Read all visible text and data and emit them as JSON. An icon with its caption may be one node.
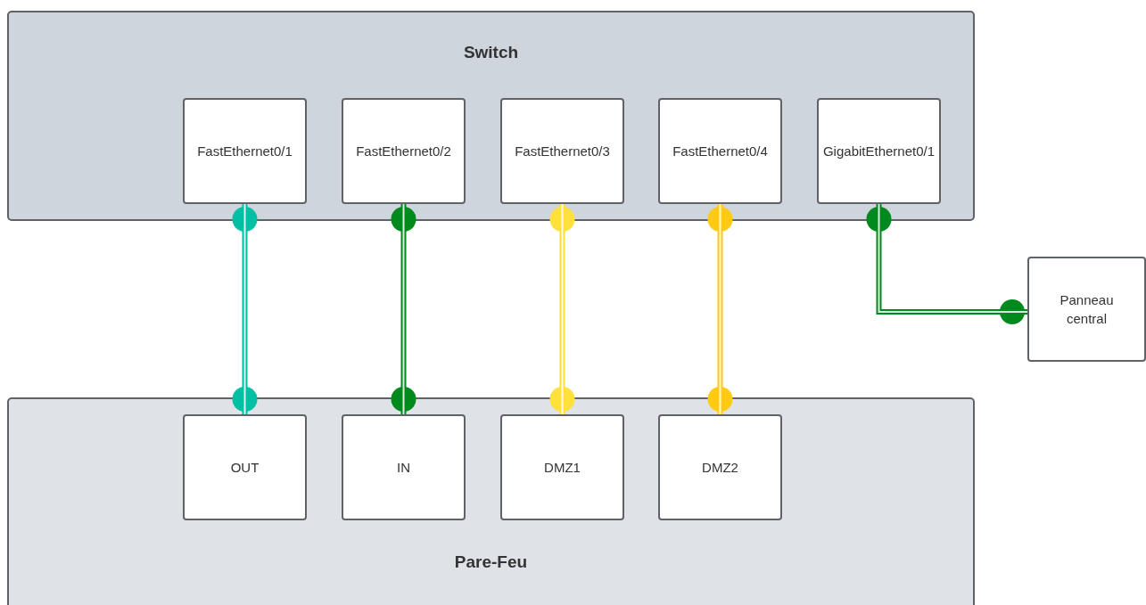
{
  "diagram": {
    "nodes": [
      {
        "text": [
          "Switch"
        ]
      },
      {
        "text": [
          "FastEthernet0/1"
        ],
        "in": 0
      },
      {
        "text": [
          "FastEthernet0/2"
        ],
        "in": 0
      },
      {
        "text": [
          "FastEthernet0/3"
        ],
        "in": 0
      },
      {
        "text": [
          "FastEthernet0/4"
        ],
        "in": 0
      },
      {
        "text": [
          "GigabitEthernet0/1"
        ],
        "in": 0
      },
      {
        "text": [
          "Pare-Feu"
        ]
      },
      {
        "text": [
          "OUT"
        ],
        "in": 6
      },
      {
        "text": [
          "IN"
        ],
        "in": 6
      },
      {
        "text": [
          "DMZ1"
        ],
        "in": 6
      },
      {
        "text": [
          "DMZ2"
        ],
        "in": 6
      },
      {
        "text": [
          "Panneau central"
        ]
      }
    ],
    "edges": [
      {
        "from": 1,
        "to": 7,
        "arrow": "other",
        "color": "#00bfa5"
      },
      {
        "from": 2,
        "to": 8,
        "arrow": "other",
        "color": "#008a1e"
      },
      {
        "from": 3,
        "to": 9,
        "arrow": "other",
        "color": "#ffe03d"
      },
      {
        "from": 4,
        "to": 10,
        "arrow": "other",
        "color": "#ffcb12"
      },
      {
        "from": 5,
        "to": 11,
        "arrow": "other",
        "color": "#008a1e"
      }
    ]
  }
}
